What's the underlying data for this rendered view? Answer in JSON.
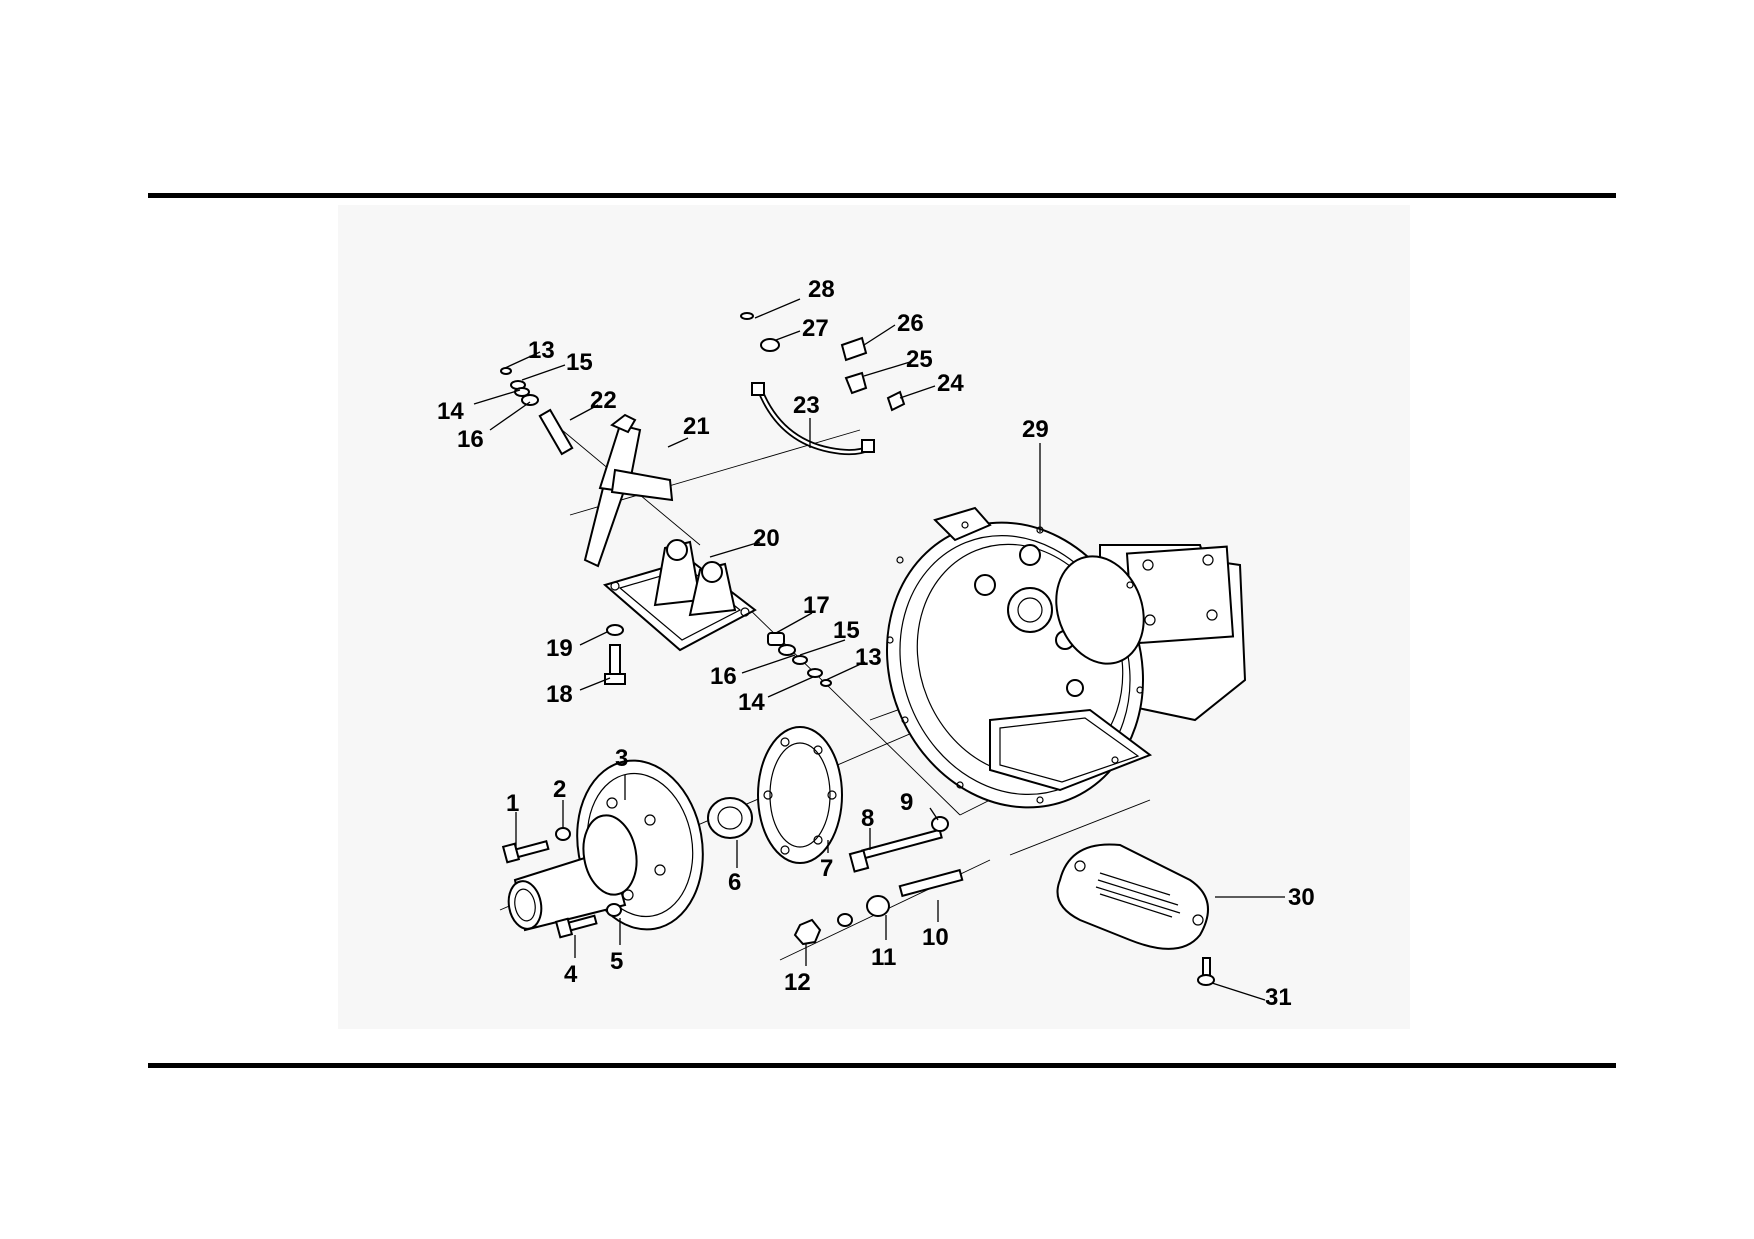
{
  "diagram": {
    "callouts": {
      "c1": "1",
      "c2": "2",
      "c3": "3",
      "c4": "4",
      "c5": "5",
      "c6": "6",
      "c7": "7",
      "c8": "8",
      "c9": "9",
      "c10": "10",
      "c11": "11",
      "c12": "12",
      "c13a": "13",
      "c13b": "13",
      "c14a": "14",
      "c14b": "14",
      "c15a": "15",
      "c15b": "15",
      "c16a": "16",
      "c16b": "16",
      "c17": "17",
      "c18": "18",
      "c19": "19",
      "c20": "20",
      "c21": "21",
      "c22": "22",
      "c23": "23",
      "c24": "24",
      "c25": "25",
      "c26": "26",
      "c27": "27",
      "c28": "28",
      "c29": "29",
      "c30": "30",
      "c31": "31"
    }
  }
}
